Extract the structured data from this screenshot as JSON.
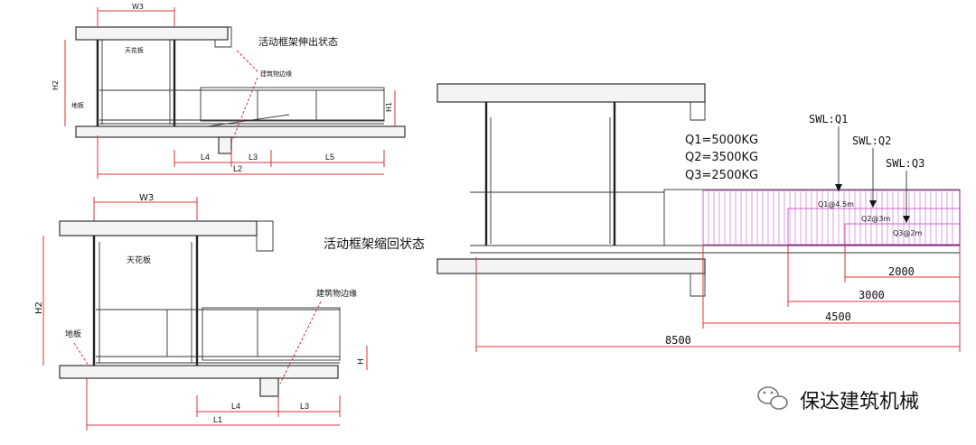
{
  "top_left": {
    "title": "活动框架伸出状态",
    "ceiling_label": "天花板",
    "floor_label": "地板",
    "edge_label": "建筑物边缘",
    "dims": {
      "w3": "W3",
      "h2": "H2",
      "h1": "H1",
      "l4": "L4",
      "l3": "L3",
      "l5": "L5",
      "l2": "L2"
    }
  },
  "bottom_left": {
    "title": "活动框架缩回状态",
    "ceiling_label": "天花板",
    "floor_label": "地板",
    "edge_label": "建筑物边缘",
    "dims": {
      "w3": "W3",
      "h2": "H2",
      "h": "H",
      "l4": "L4",
      "l3": "L3",
      "l1": "L1"
    }
  },
  "right": {
    "capacities": [
      "Q1=5000KG",
      "Q2=3500KG",
      "Q3=2500KG"
    ],
    "swl_labels": [
      "SWL:Q1",
      "SWL:Q2",
      "SWL:Q3"
    ],
    "load_points": [
      "Q1@4.5m",
      "Q2@3m",
      "Q3@2m"
    ],
    "dims": [
      "2000",
      "3000",
      "4500",
      "8500"
    ]
  },
  "watermark": {
    "icon": "wechat-icon",
    "text": "保达建筑机械"
  },
  "colors": {
    "dimension": "#e0303a",
    "structure": "#222222",
    "load_zone": "#c000c0"
  }
}
